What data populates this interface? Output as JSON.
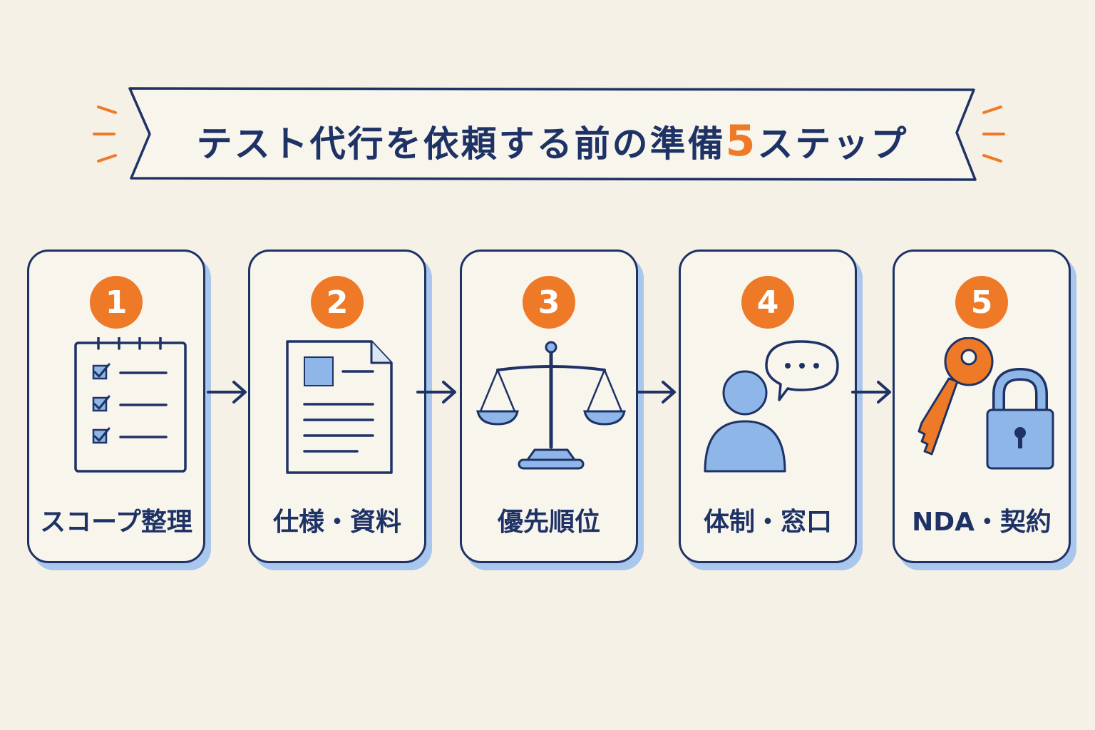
{
  "title": {
    "text": "テスト代行を依頼する前の準備",
    "accent": "5",
    "suffix": "ステップ"
  },
  "colors": {
    "navy": "#1e3266",
    "orange": "#ee7a28",
    "lightBlue": "#8fb6e8",
    "shadow": "#a9c6ec",
    "background": "#f5f1e6"
  },
  "steps": [
    {
      "number": "1",
      "label": "スコープ整理",
      "icon": "checklist-icon"
    },
    {
      "number": "2",
      "label": "仕様・資料",
      "icon": "document-icon"
    },
    {
      "number": "3",
      "label": "優先順位",
      "icon": "scale-icon"
    },
    {
      "number": "4",
      "label": "体制・窓口",
      "icon": "person-chat-icon"
    },
    {
      "number": "5",
      "label": "NDA・契約",
      "icon": "key-lock-icon"
    }
  ]
}
